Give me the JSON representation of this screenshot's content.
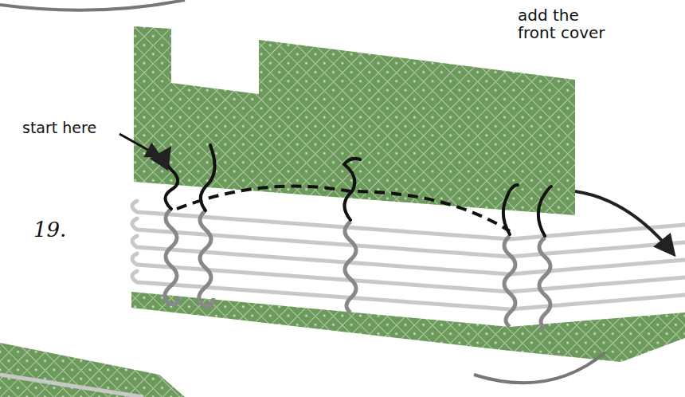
{
  "diagram": {
    "labels": [
      "add the front cover",
      "start here",
      "19."
    ]
  }
}
